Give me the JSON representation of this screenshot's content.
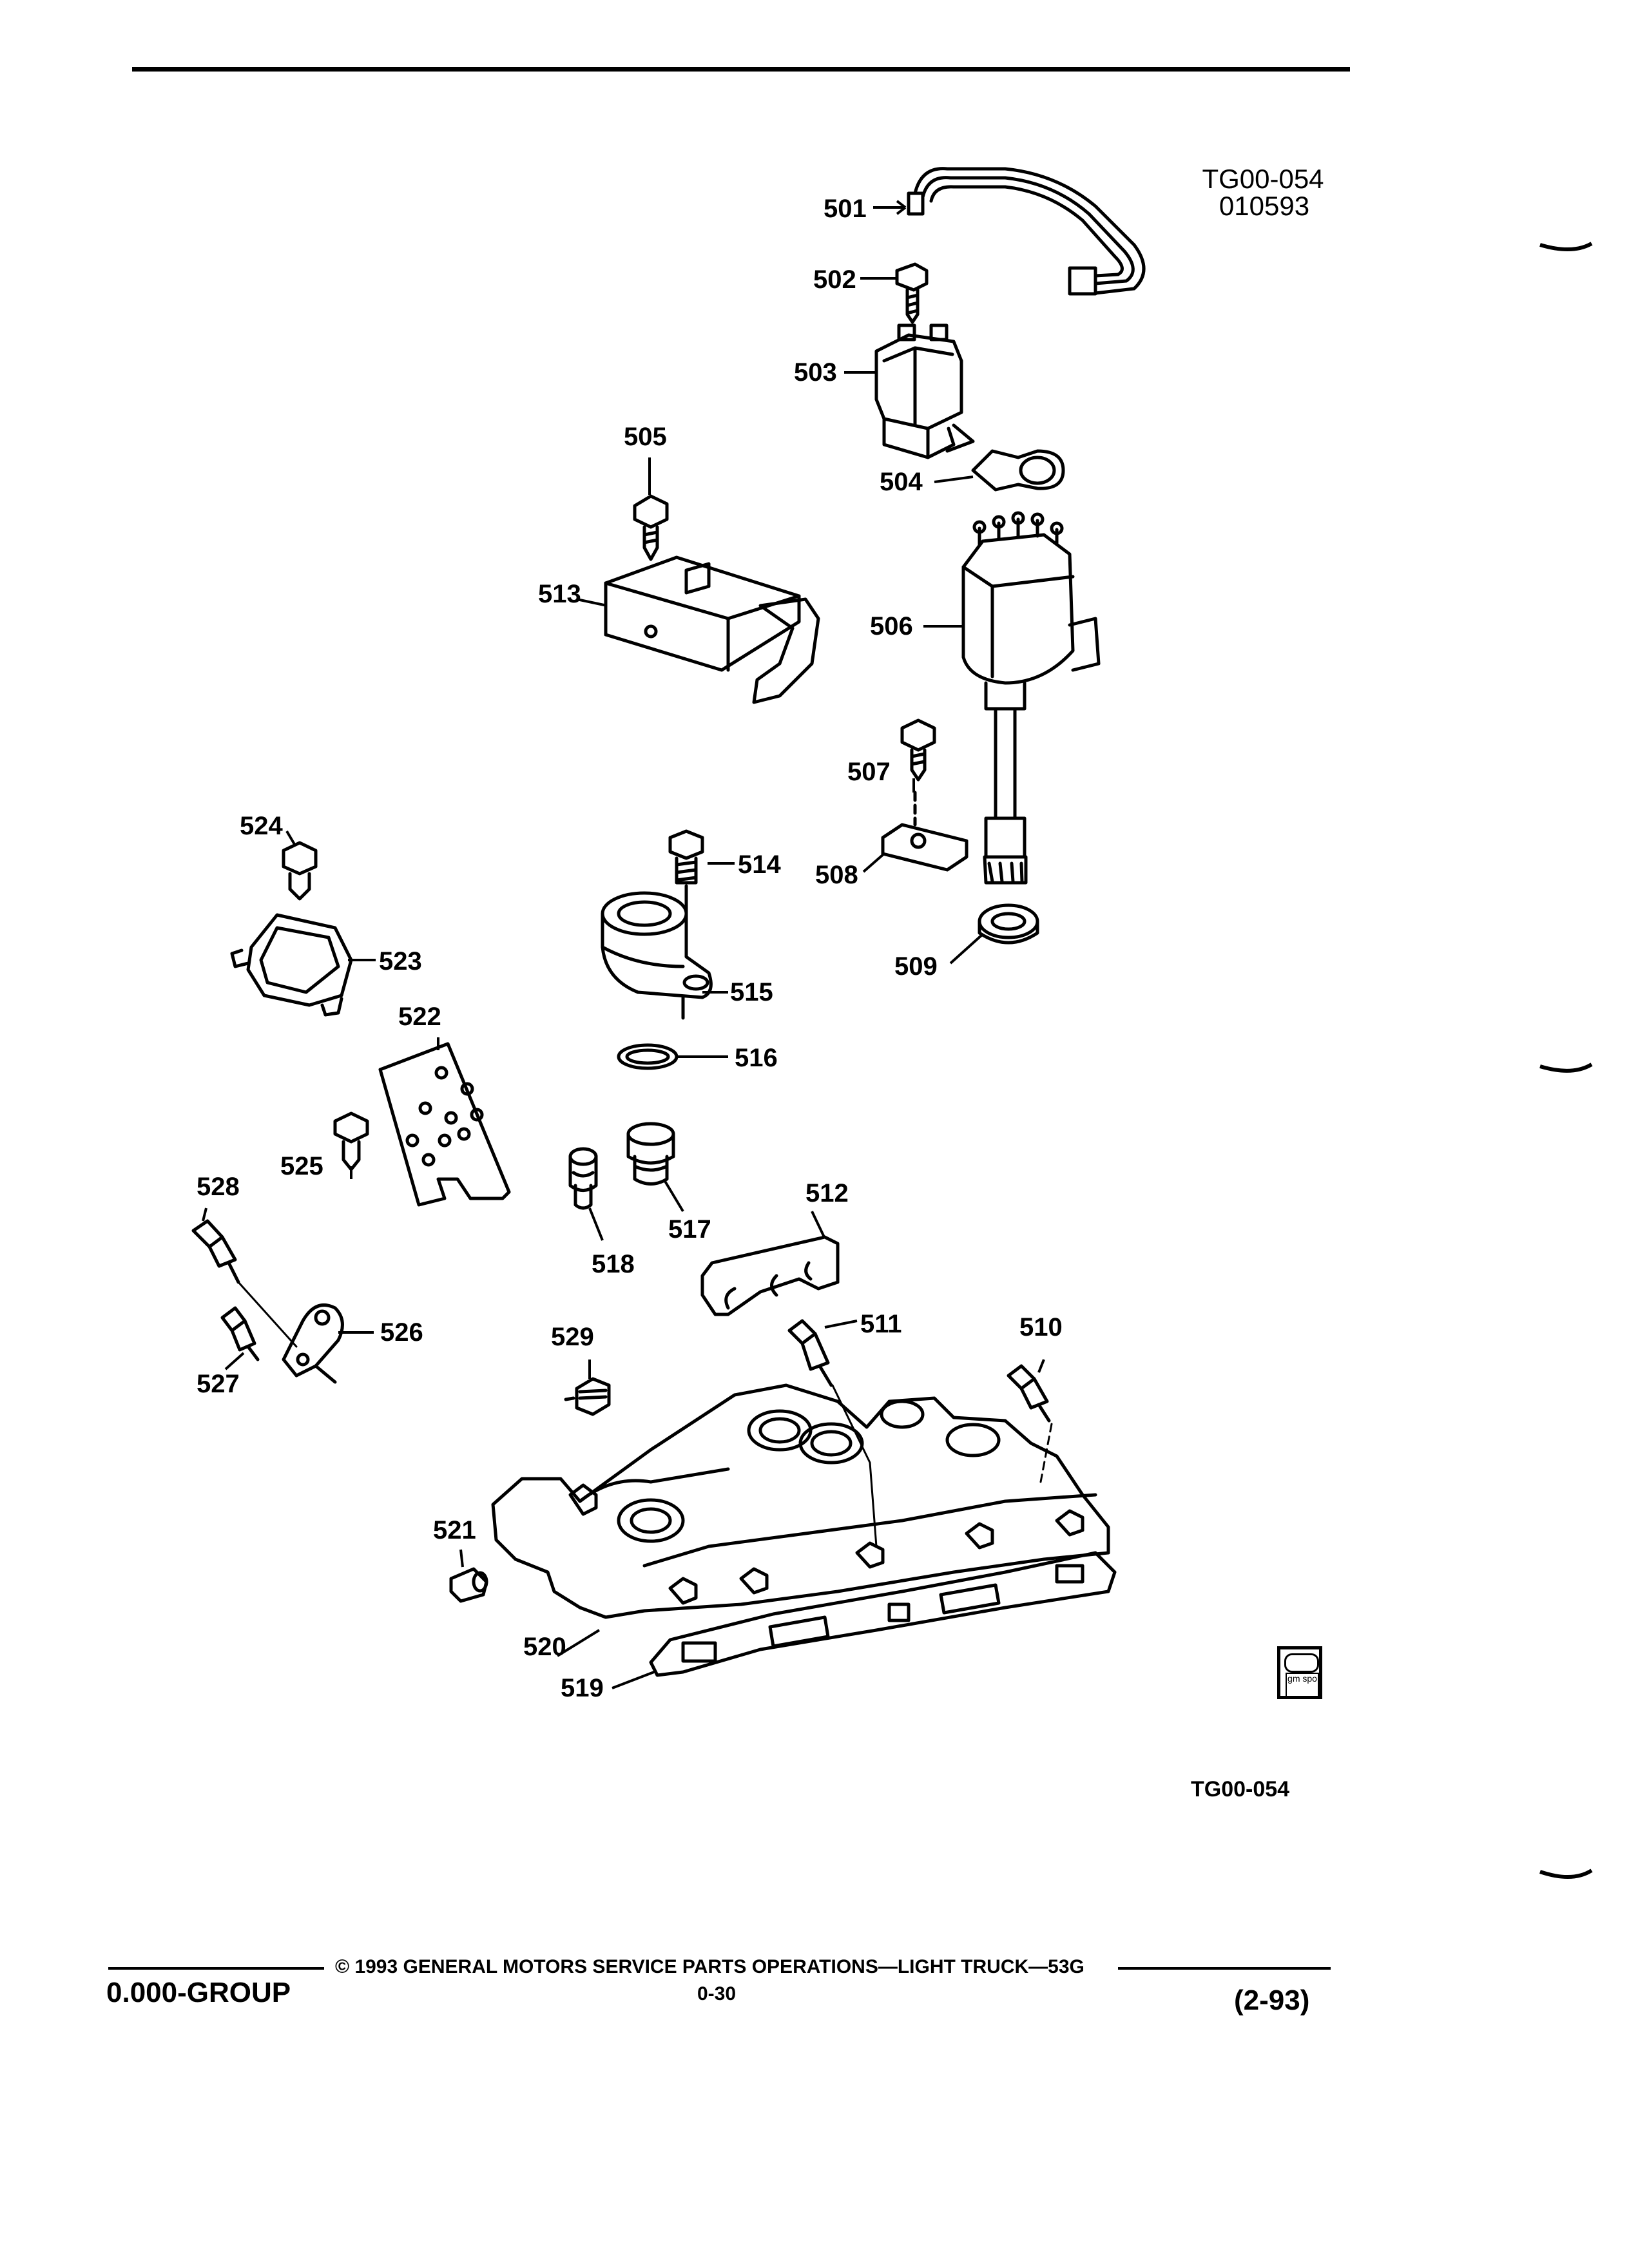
{
  "header": {
    "code": "TG00-054",
    "date": "010593"
  },
  "parts": [
    {
      "id": "501"
    },
    {
      "id": "502"
    },
    {
      "id": "503"
    },
    {
      "id": "504"
    },
    {
      "id": "505"
    },
    {
      "id": "506"
    },
    {
      "id": "507"
    },
    {
      "id": "508"
    },
    {
      "id": "509"
    },
    {
      "id": "510"
    },
    {
      "id": "511"
    },
    {
      "id": "512"
    },
    {
      "id": "513"
    },
    {
      "id": "514"
    },
    {
      "id": "515"
    },
    {
      "id": "516"
    },
    {
      "id": "517"
    },
    {
      "id": "518"
    },
    {
      "id": "519"
    },
    {
      "id": "520"
    },
    {
      "id": "521"
    },
    {
      "id": "522"
    },
    {
      "id": "523"
    },
    {
      "id": "524"
    },
    {
      "id": "525"
    },
    {
      "id": "526"
    },
    {
      "id": "527"
    },
    {
      "id": "528"
    },
    {
      "id": "529"
    }
  ],
  "figure_code": "TG00-054",
  "logo_text": "gm spo",
  "footer": {
    "group": "0.000-GROUP",
    "copyright": "© 1993 GENERAL MOTORS SERVICE PARTS OPERATIONS—LIGHT TRUCK—53G",
    "page": "0-30",
    "revision": "(2-93)"
  }
}
